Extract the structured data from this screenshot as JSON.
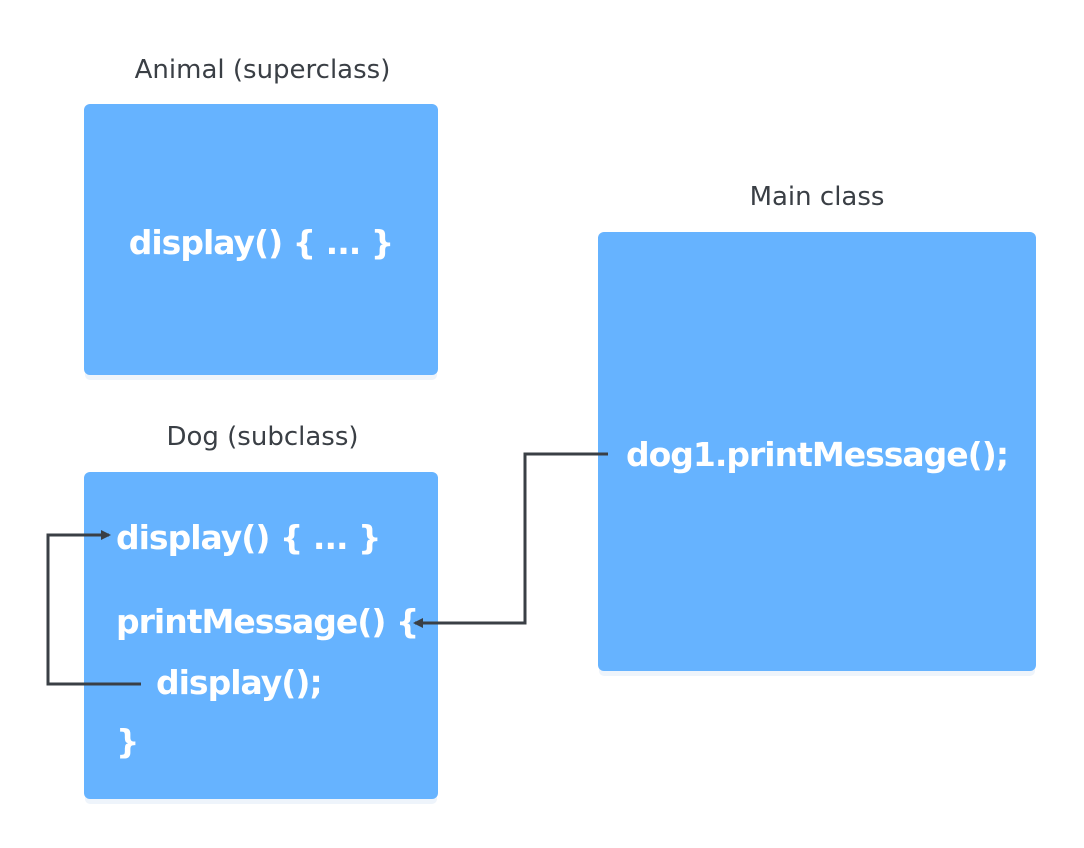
{
  "animal": {
    "title": "Animal (superclass)",
    "method": "display() { ... }"
  },
  "dog": {
    "title": "Dog (subclass)",
    "lines": [
      "display() { ... }",
      "printMessage() {",
      "display();",
      "}"
    ]
  },
  "main": {
    "title": "Main class",
    "statement": "dog1.printMessage();"
  },
  "colors": {
    "box": "#66b3ff",
    "caption": "#3a3f45",
    "arrow": "#3a3f45",
    "code": "#ffffff"
  }
}
